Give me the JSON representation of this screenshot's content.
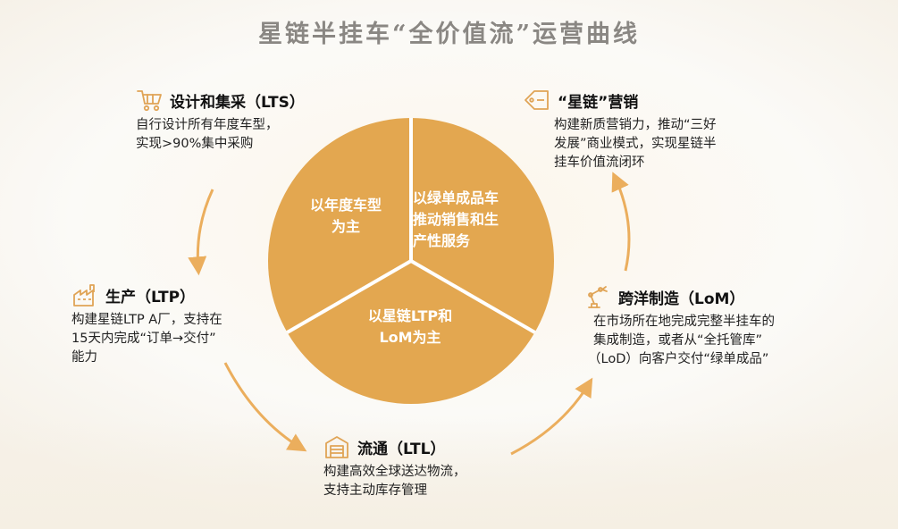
{
  "title": "星链半挂车“全价值流”运营曲线",
  "colors": {
    "pie": "#e3a750",
    "divider": "#ffffff",
    "arrow": "#ebae5d",
    "title": "#8a8783"
  },
  "pie": {
    "slices": [
      {
        "lines": [
          "以年度车型",
          "为主"
        ]
      },
      {
        "lines": [
          "以绿单成品车",
          "推动销售和生",
          "产性服务"
        ]
      },
      {
        "lines": [
          "以星链LTP和",
          "LoM为主"
        ]
      }
    ]
  },
  "stages": {
    "lts": {
      "icon": "cart-icon",
      "title": "设计和集采（LTS）",
      "lines": [
        "自行设计所有年度车型，",
        "实现>90%集中采购"
      ]
    },
    "ltp": {
      "icon": "factory-icon",
      "title": "生产（LTP）",
      "lines": [
        "构建星链LTP A厂，支持在",
        "15天内完成“订单→交付”",
        "能力"
      ]
    },
    "ltl": {
      "icon": "warehouse-icon",
      "title": "流通（LTL）",
      "lines": [
        "构建高效全球送达物流，",
        "支持主动库存管理"
      ]
    },
    "lom": {
      "icon": "robot-arm-icon",
      "title": "跨洋制造（LoM）",
      "lines": [
        "在市场所在地完成完整半挂车的",
        "集成制造，或者从“全托管库”",
        "（LoD）向客户交付“绿单成品”"
      ]
    },
    "marketing": {
      "icon": "price-tag-icon",
      "title": "“星链”营销",
      "lines": [
        "构建新质营销力，推动“三好",
        "发展”商业模式，实现星链半",
        "挂车价值流闭环"
      ]
    }
  }
}
